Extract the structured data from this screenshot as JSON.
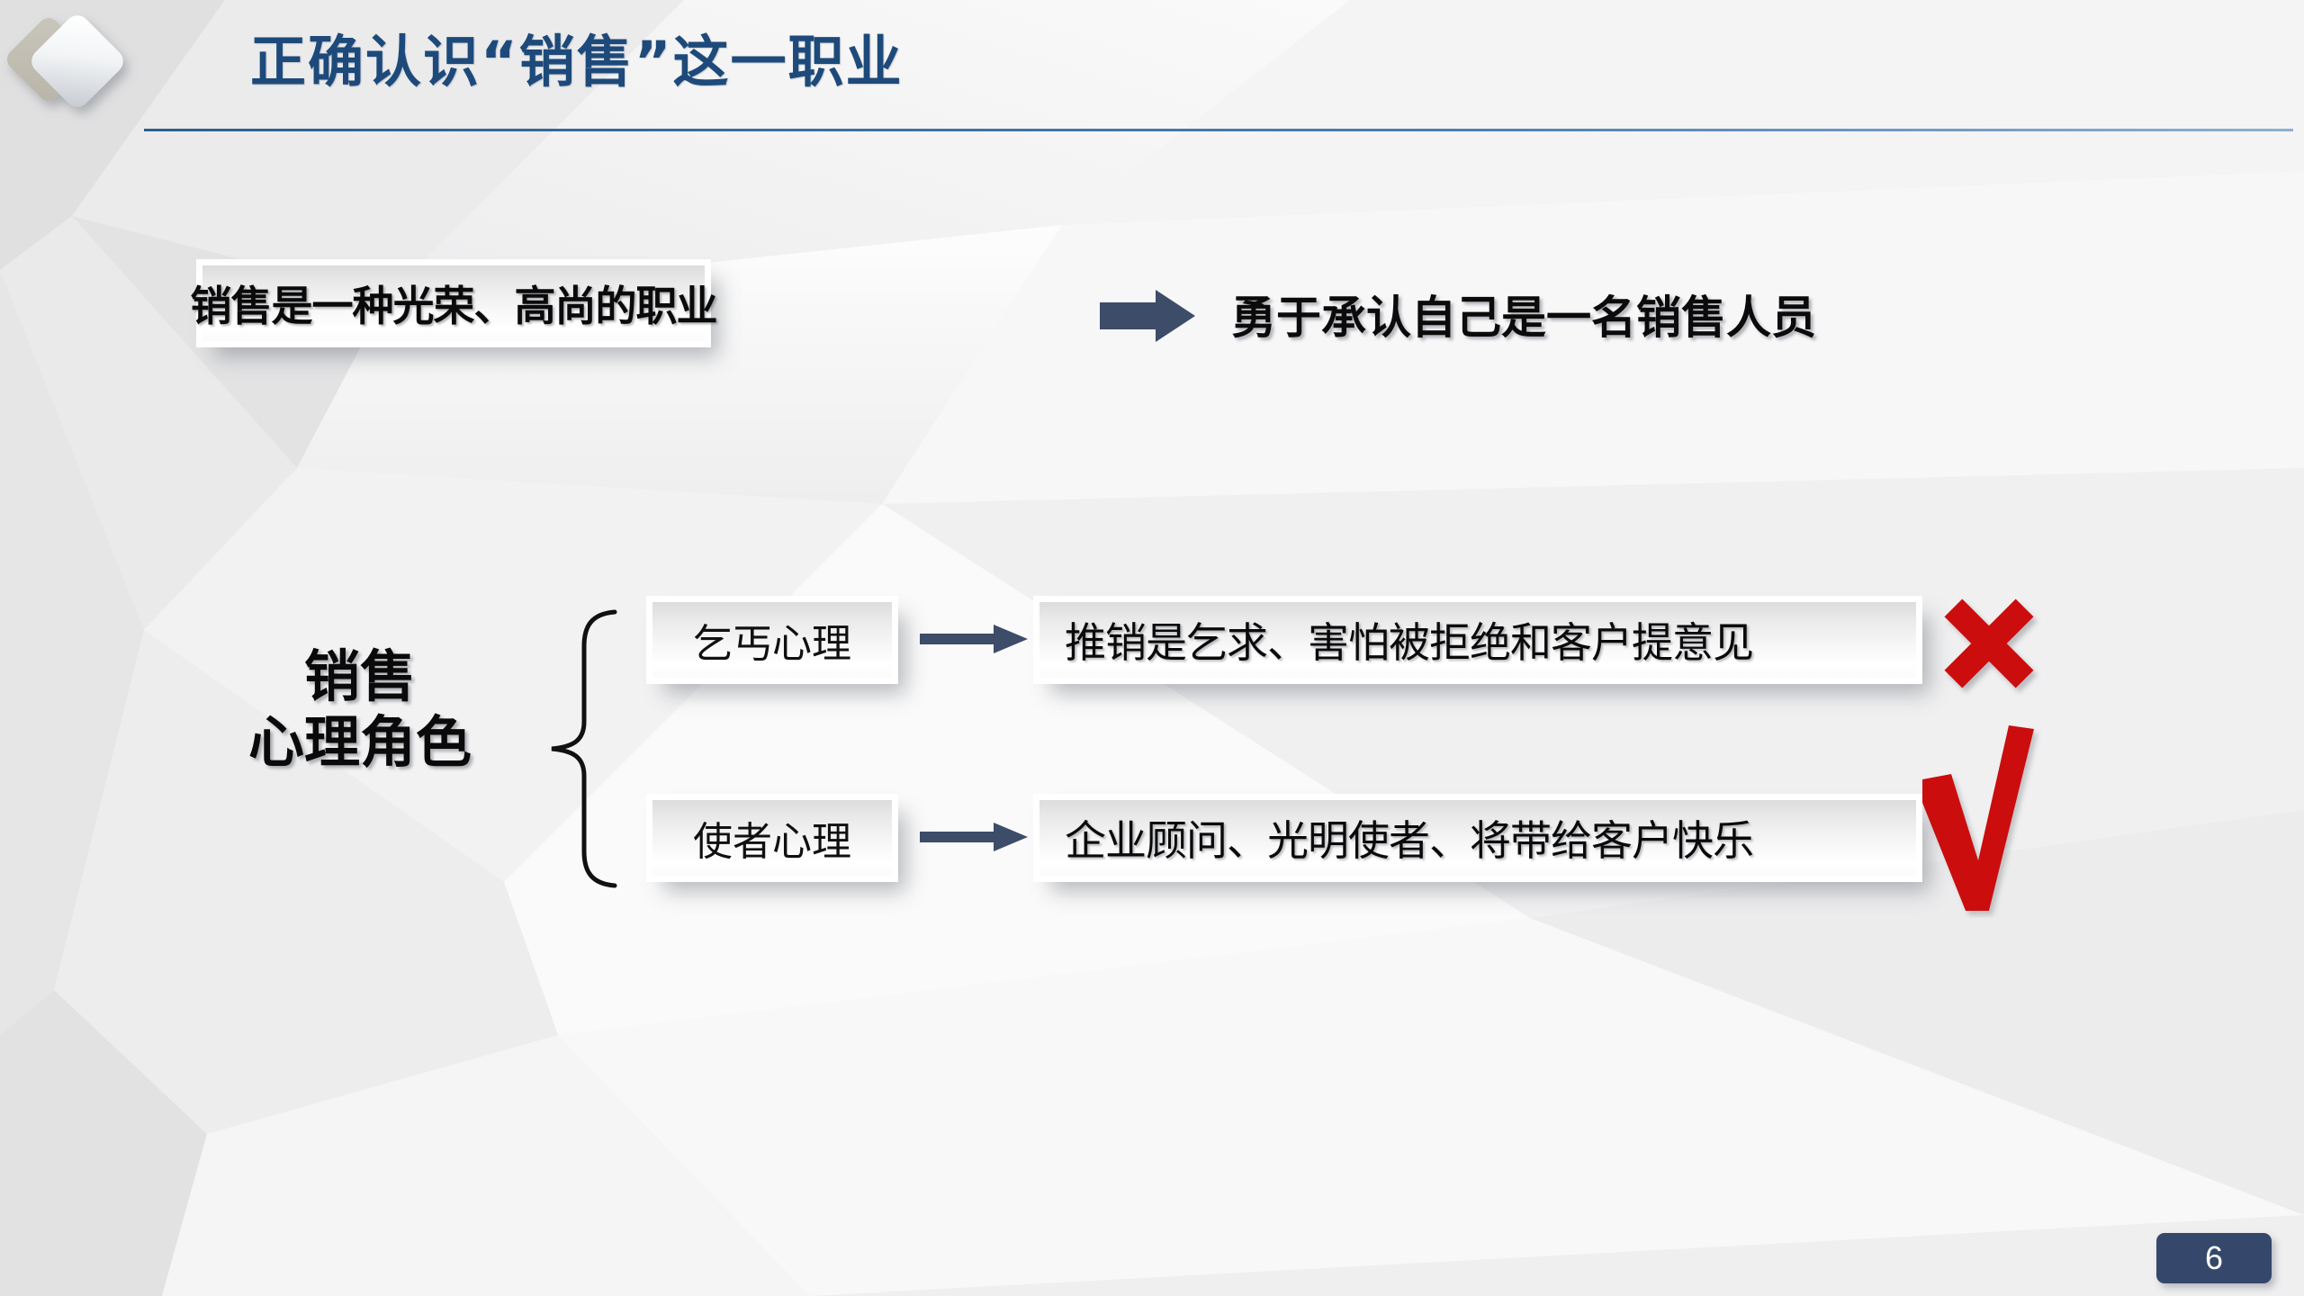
{
  "slide": {
    "title": "正确认识“销售”这一职业",
    "title_color": "#1d4a7a",
    "page_number": "6"
  },
  "top_row": {
    "statement": "销售是一种光荣、高尚的职业",
    "arrow_icon": "right-block-arrow-icon",
    "arrow_color": "#3c4c69",
    "conclusion": "勇于承认自己是一名销售人员"
  },
  "diagram": {
    "group_label_line1": "销售",
    "group_label_line2": "心理角色",
    "brace_icon": "curly-brace-icon",
    "rows": [
      {
        "label": "乞丐心理",
        "arrow_icon": "right-arrow-icon",
        "result": "推销是乞求、害怕被拒绝和客户提意见",
        "verdict_icon": "red-cross-icon",
        "verdict_color": "#cc1111"
      },
      {
        "label": "使者心理",
        "arrow_icon": "right-arrow-icon",
        "result": "企业顾问、光明使者、将带给客户快乐",
        "verdict_icon": "red-check-icon",
        "verdict_color": "#cc1111"
      }
    ]
  },
  "decor": {
    "diamond_icon": "diamond-logo-icon",
    "background": "low-poly-gray"
  }
}
